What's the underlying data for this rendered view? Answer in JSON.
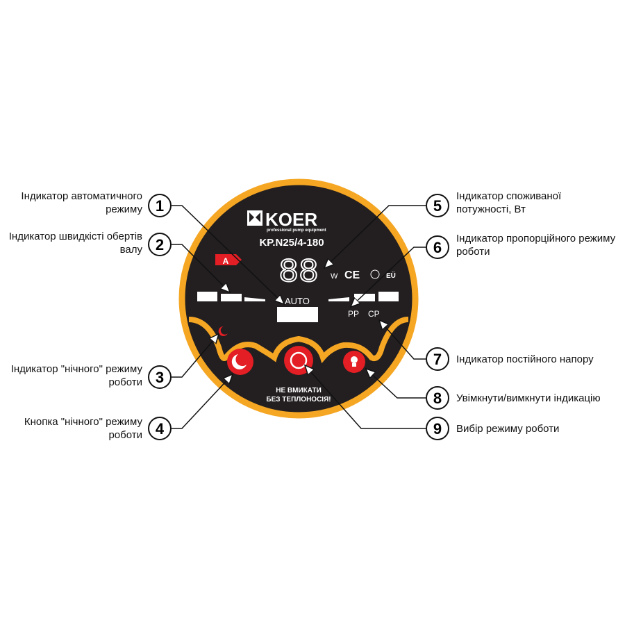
{
  "device": {
    "brand": "KOER",
    "brand_tagline": "professional pump equipment",
    "model": "KP.N25/4-180",
    "display_digits": "88",
    "unit": "W",
    "energy_class": "A",
    "auto_label": "AUTO",
    "pp_label": "PP",
    "cp_label": "CP",
    "cert_marks": [
      "CE",
      "EÜ"
    ],
    "warning_line1": "НЕ ВМИКАТИ",
    "warning_line2": "БЕЗ ТЕПЛОНОСІЯ!",
    "colors": {
      "body": "#231f20",
      "ring": "#f5a623",
      "button": "#e31e24"
    }
  },
  "callouts": [
    {
      "num": "1",
      "text": "Індикатор автоматичного режиму"
    },
    {
      "num": "2",
      "text": "Індикатор швидкісті обертів валу"
    },
    {
      "num": "3",
      "text": "Індикатор \"нічного\" режиму роботи"
    },
    {
      "num": "4",
      "text": "Кнопка \"нічного\" режиму роботи"
    },
    {
      "num": "5",
      "text": "Індикатор споживаної потужності, Вт"
    },
    {
      "num": "6",
      "text": "Індикатор пропорційного режиму роботи"
    },
    {
      "num": "7",
      "text": "Індикатор постійного напору"
    },
    {
      "num": "8",
      "text": "Увімкнути/вимкнути індикацію"
    },
    {
      "num": "9",
      "text": "Вибір режиму роботи"
    }
  ]
}
